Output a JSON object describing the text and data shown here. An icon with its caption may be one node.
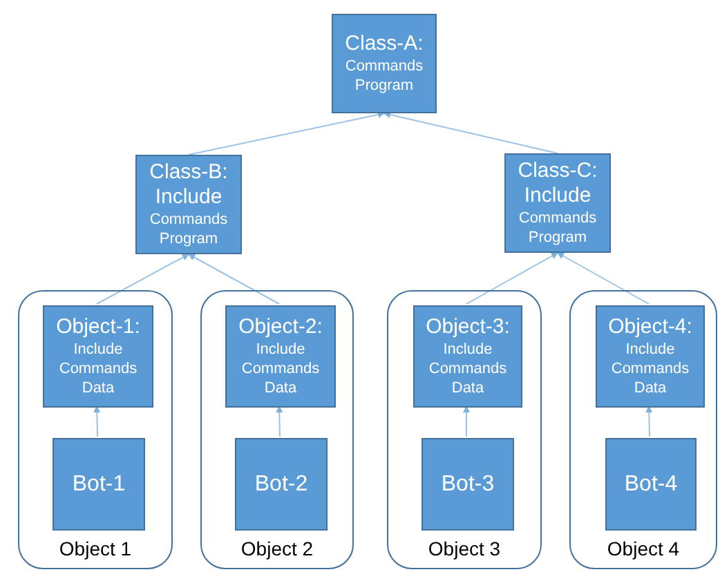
{
  "diagram": {
    "nodes": [
      {
        "text": [
          "Class-A:",
          "Commands Program"
        ]
      },
      {
        "text": [
          "Class-B: Include",
          "Commands Program"
        ]
      },
      {
        "text": [
          "Class-C: Include",
          "Commands Program"
        ]
      },
      {
        "text": [
          "Object 1"
        ]
      },
      {
        "text": [
          "Object-1:",
          "Include Commands Data"
        ],
        "in": 3
      },
      {
        "text": [
          "Bot-1"
        ],
        "in": 3
      },
      {
        "text": [
          "Object 2"
        ]
      },
      {
        "text": [
          "Object-2:",
          "Include Commands Data"
        ],
        "in": 6
      },
      {
        "text": [
          "Bot-2"
        ],
        "in": 6
      },
      {
        "text": [
          "Object 3"
        ]
      },
      {
        "text": [
          "Object-3:",
          "Include Commands Data"
        ],
        "in": 9
      },
      {
        "text": [
          "Bot-3"
        ],
        "in": 9
      },
      {
        "text": [
          "Object 4"
        ]
      },
      {
        "text": [
          "Object-4:",
          "Include Commands Data"
        ],
        "in": 12
      },
      {
        "text": [
          "Bot-4"
        ],
        "in": 12
      }
    ],
    "edges": [
      {
        "from": 1,
        "to": 0,
        "arrow": "to"
      },
      {
        "from": 2,
        "to": 0,
        "arrow": "to"
      },
      {
        "from": 4,
        "to": 1,
        "arrow": "to"
      },
      {
        "from": 7,
        "to": 1,
        "arrow": "to"
      },
      {
        "from": 10,
        "to": 2,
        "arrow": "to"
      },
      {
        "from": 13,
        "to": 2,
        "arrow": "to"
      },
      {
        "from": 5,
        "to": 4,
        "arrow": "to"
      },
      {
        "from": 8,
        "to": 7,
        "arrow": "to"
      },
      {
        "from": 11,
        "to": 10,
        "arrow": "to"
      },
      {
        "from": 14,
        "to": 13,
        "arrow": "to"
      }
    ]
  }
}
